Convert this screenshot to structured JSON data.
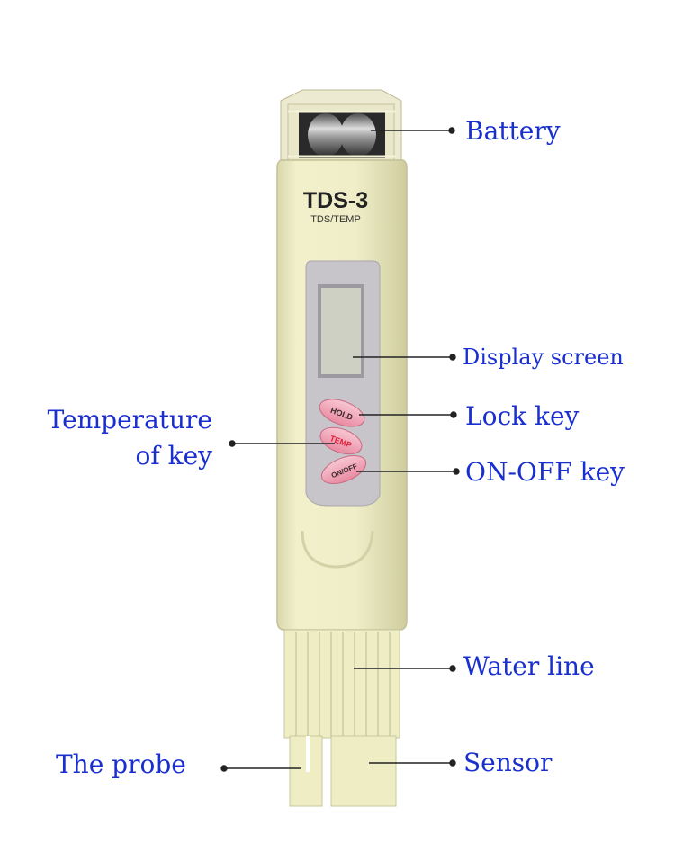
{
  "device": {
    "model": "TDS-3",
    "subtitle": "TDS/TEMP",
    "buttons": [
      "HOLD",
      "TEMP",
      "ON/OFF"
    ]
  },
  "labels": {
    "battery": "Battery",
    "display_screen": "Display screen",
    "lock_key": "Lock key",
    "temperature_line1": "Temperature",
    "temperature_line2": "of key",
    "on_off_key": "ON-OFF key",
    "water_line": "Water line",
    "the_probe": "The probe",
    "sensor": "Sensor"
  },
  "colors": {
    "label_text": "#1a2fcf",
    "body": "#efedc4",
    "display_panel": "#c7c4c9",
    "lcd": "#cdd0c3",
    "button_pink": "#f3a2b5",
    "temp_text": "#e0203a"
  }
}
